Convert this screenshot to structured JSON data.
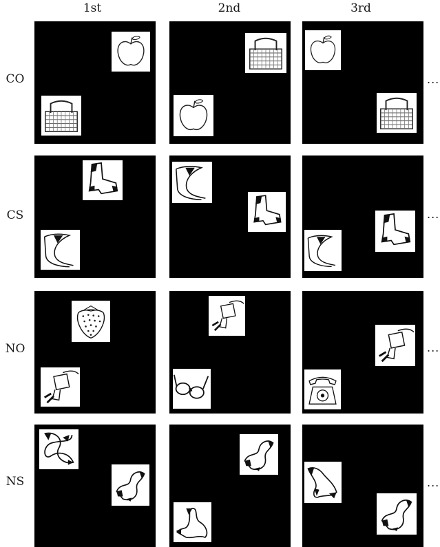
{
  "columns": [
    "1st",
    "2nd",
    "3rd"
  ],
  "rows": [
    {
      "label": "CO",
      "ellipsis": "..."
    },
    {
      "label": "CS",
      "ellipsis": "..."
    },
    {
      "label": "NO",
      "ellipsis": "..."
    },
    {
      "label": "NS",
      "ellipsis": "..."
    }
  ],
  "panels": [
    [
      [
        {
          "picture": "apple-icon"
        },
        {
          "picture": "basket-icon"
        }
      ],
      [
        {
          "picture": "basket-icon"
        },
        {
          "picture": "apple-icon"
        }
      ],
      [
        {
          "picture": "apple-icon"
        },
        {
          "picture": "basket-icon"
        }
      ]
    ],
    [
      [
        {
          "picture": "abstract-shape-a-icon"
        },
        {
          "picture": "abstract-shape-b-icon"
        }
      ],
      [
        {
          "picture": "abstract-shape-b-icon"
        },
        {
          "picture": "abstract-shape-a-icon"
        }
      ],
      [
        {
          "picture": "abstract-shape-a-icon"
        },
        {
          "picture": "abstract-shape-b-icon"
        }
      ]
    ],
    [
      [
        {
          "picture": "strawberry-icon"
        },
        {
          "picture": "plug-icon"
        }
      ],
      [
        {
          "picture": "plug-icon"
        },
        {
          "picture": "glasses-icon"
        }
      ],
      [
        {
          "picture": "plug-icon"
        },
        {
          "picture": "telephone-icon"
        }
      ]
    ],
    [
      [
        {
          "picture": "abstract-shape-c-icon"
        },
        {
          "picture": "abstract-shape-d-icon"
        }
      ],
      [
        {
          "picture": "abstract-shape-d-icon"
        },
        {
          "picture": "abstract-shape-e-icon"
        }
      ],
      [
        {
          "picture": "abstract-shape-e-icon"
        },
        {
          "picture": "abstract-shape-d-icon"
        }
      ]
    ]
  ]
}
